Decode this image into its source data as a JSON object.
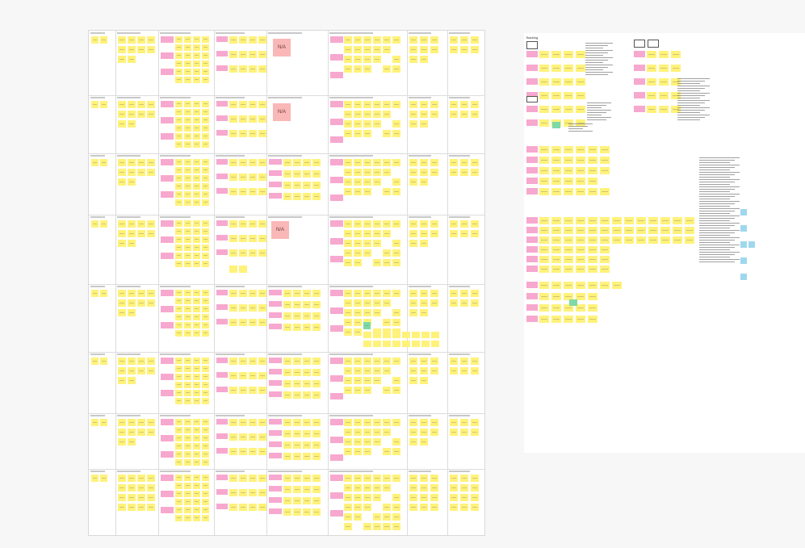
{
  "canvas": {
    "background": "#f7f7f7",
    "board_fill": "#ffffff",
    "colors": {
      "yellow_sticky": "#fff27a",
      "pink_sticky": "#f7a8cf",
      "blue_sticky": "#9fd8ee",
      "green_sticky": "#7fd9a6",
      "na_tile": "#f9b7b7"
    }
  },
  "board": {
    "na_tiles": [
      "N/A",
      "N/A",
      "N/A"
    ]
  },
  "side_panel": {
    "title": "Backlog"
  }
}
